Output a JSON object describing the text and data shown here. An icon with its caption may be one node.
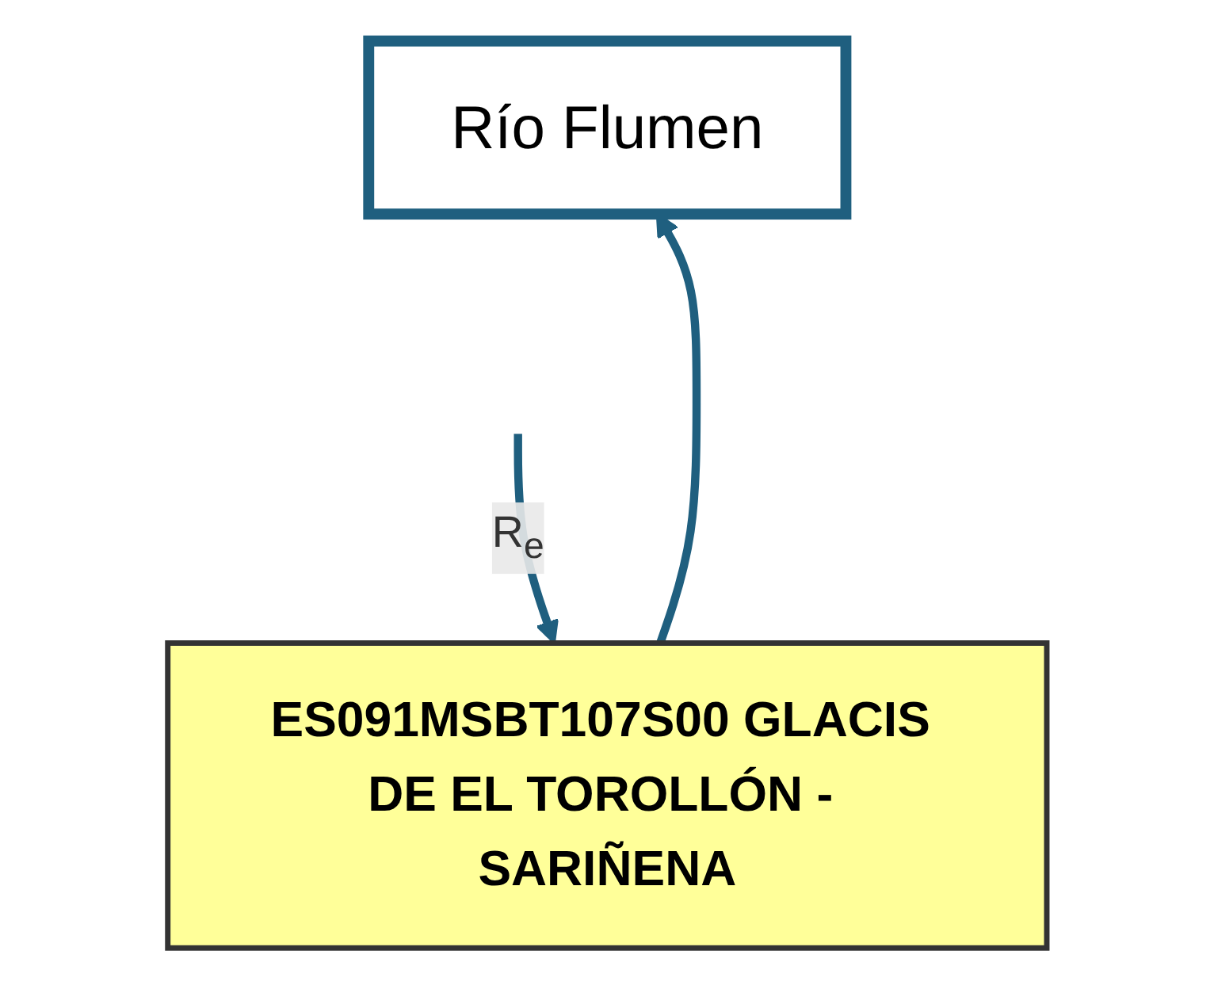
{
  "diagram": {
    "nodes": [
      {
        "text": [
          "Río Flumen"
        ]
      },
      {
        "text": [
          "ES091MSBT107S00 GLACIS DE EL TOROLLÓN - SARIÑENA"
        ]
      }
    ],
    "edges": [
      {
        "from": 1,
        "to": 0,
        "arrow": "to"
      },
      {
        "from": null,
        "to": 1,
        "arrow": "to",
        "label": "R$_{e}$"
      }
    ]
  }
}
